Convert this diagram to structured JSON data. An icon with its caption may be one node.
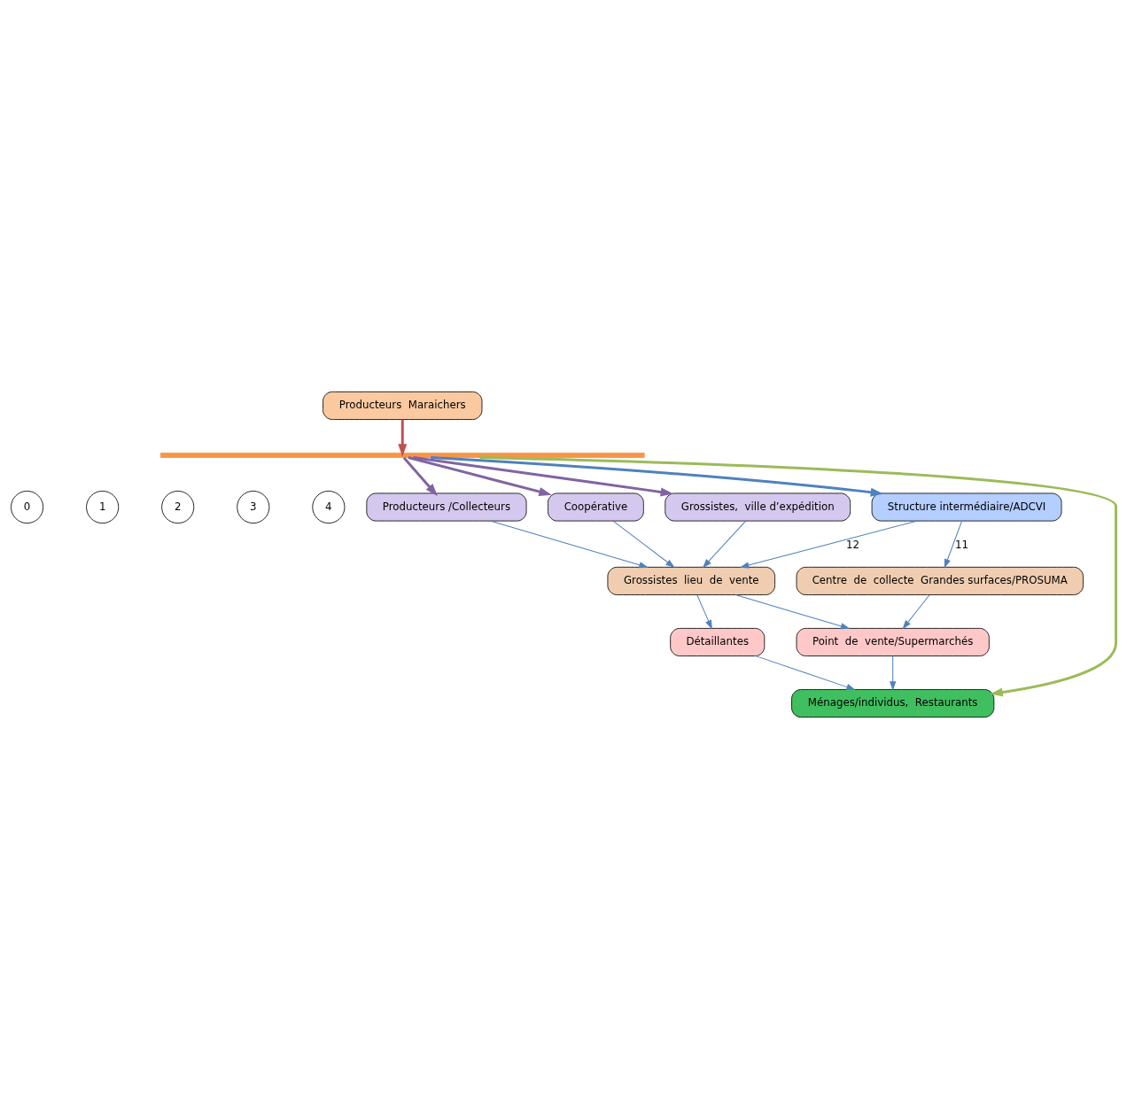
{
  "diagram": {
    "nodes": [
      {
        "text": [
          "Producteurs  Maraichers"
        ]
      },
      {
        "text": [],
        "shape": "bar"
      },
      {
        "text": [
          "0"
        ]
      },
      {
        "text": [
          "1"
        ]
      },
      {
        "text": [
          "2"
        ]
      },
      {
        "text": [
          "3"
        ]
      },
      {
        "text": [
          "4"
        ]
      },
      {
        "text": [
          "Producteurs /Collecteurs"
        ]
      },
      {
        "text": [
          "Coopérative"
        ]
      },
      {
        "text": [
          "Grossistes,  ville d’expédition"
        ]
      },
      {
        "text": [
          "Structure intermédiaire/ADCVI"
        ]
      },
      {
        "text": [
          "Centre  de  collecte  Grandes surfaces/PROSUMA"
        ]
      },
      {
        "text": [
          "Grossistes  lieu  de  vente"
        ]
      },
      {
        "text": [
          "Point  de  vente/Supermarchés"
        ]
      },
      {
        "text": [
          "Détaillantes"
        ]
      },
      {
        "text": [
          "Ménages/individus,  Restaurants"
        ]
      }
    ],
    "edges": [
      {
        "from": 0,
        "to": 1,
        "arrow": "to",
        "style": "thick",
        "color": "#c0504d"
      },
      {
        "from": 1,
        "to": 15,
        "arrow": "to",
        "style": "thick",
        "color": "#9bbb59"
      },
      {
        "from": 1,
        "to": 10,
        "arrow": "to",
        "style": "thick",
        "color": "#4f81bd"
      },
      {
        "from": 1,
        "to": 7,
        "arrow": "to",
        "style": "thick",
        "color": "#8064a2"
      },
      {
        "from": 1,
        "to": 8,
        "arrow": "to",
        "style": "thick",
        "color": "#8064a2"
      },
      {
        "from": 1,
        "to": 9,
        "arrow": "to",
        "style": "thick",
        "color": "#8064a2"
      },
      {
        "from": 10,
        "to": 11,
        "arrow": "to",
        "label": "11"
      },
      {
        "from": 10,
        "to": 12,
        "arrow": "to",
        "label": "12"
      },
      {
        "from": 7,
        "to": 12,
        "arrow": "to"
      },
      {
        "from": 8,
        "to": 12,
        "arrow": "to"
      },
      {
        "from": 9,
        "to": 12,
        "arrow": "to"
      },
      {
        "from": 11,
        "to": 13,
        "arrow": "to"
      },
      {
        "from": 12,
        "to": 13,
        "arrow": "to"
      },
      {
        "from": 12,
        "to": 14,
        "arrow": "to"
      },
      {
        "from": 13,
        "to": 15,
        "arrow": "to"
      },
      {
        "from": 14,
        "to": 15,
        "arrow": "to"
      }
    ]
  }
}
